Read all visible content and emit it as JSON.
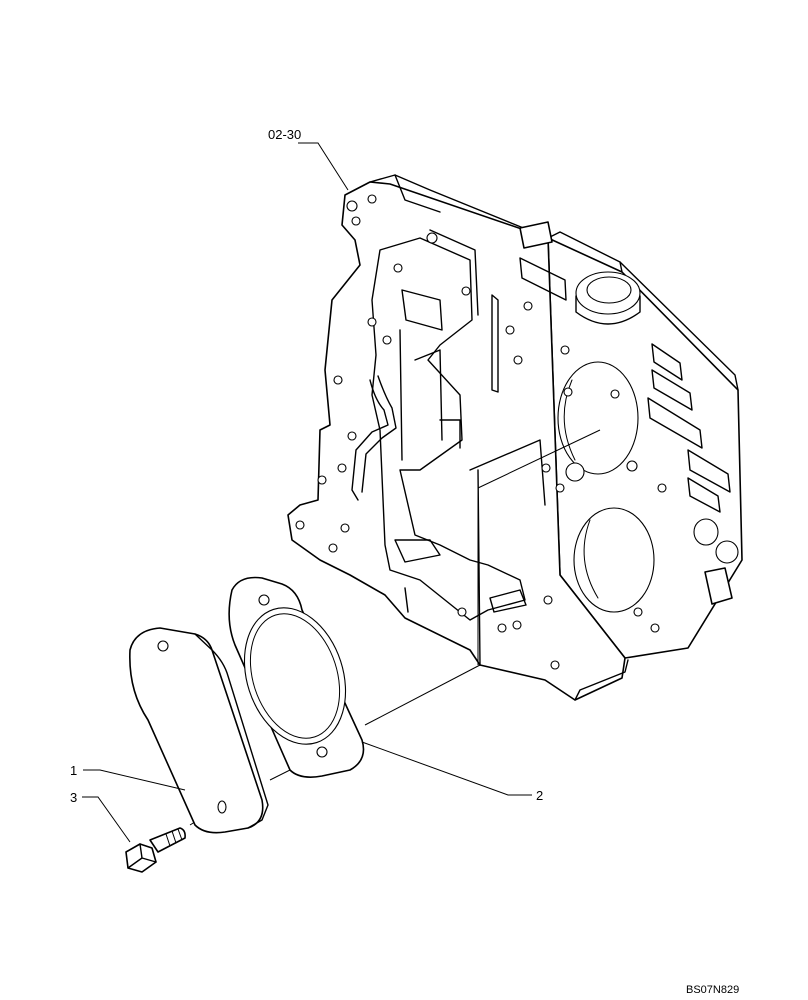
{
  "drawing_code": "BS07N829",
  "callouts": {
    "assembly_ref": "02-30",
    "item_1": "1",
    "item_2": "2",
    "item_3": "3"
  }
}
